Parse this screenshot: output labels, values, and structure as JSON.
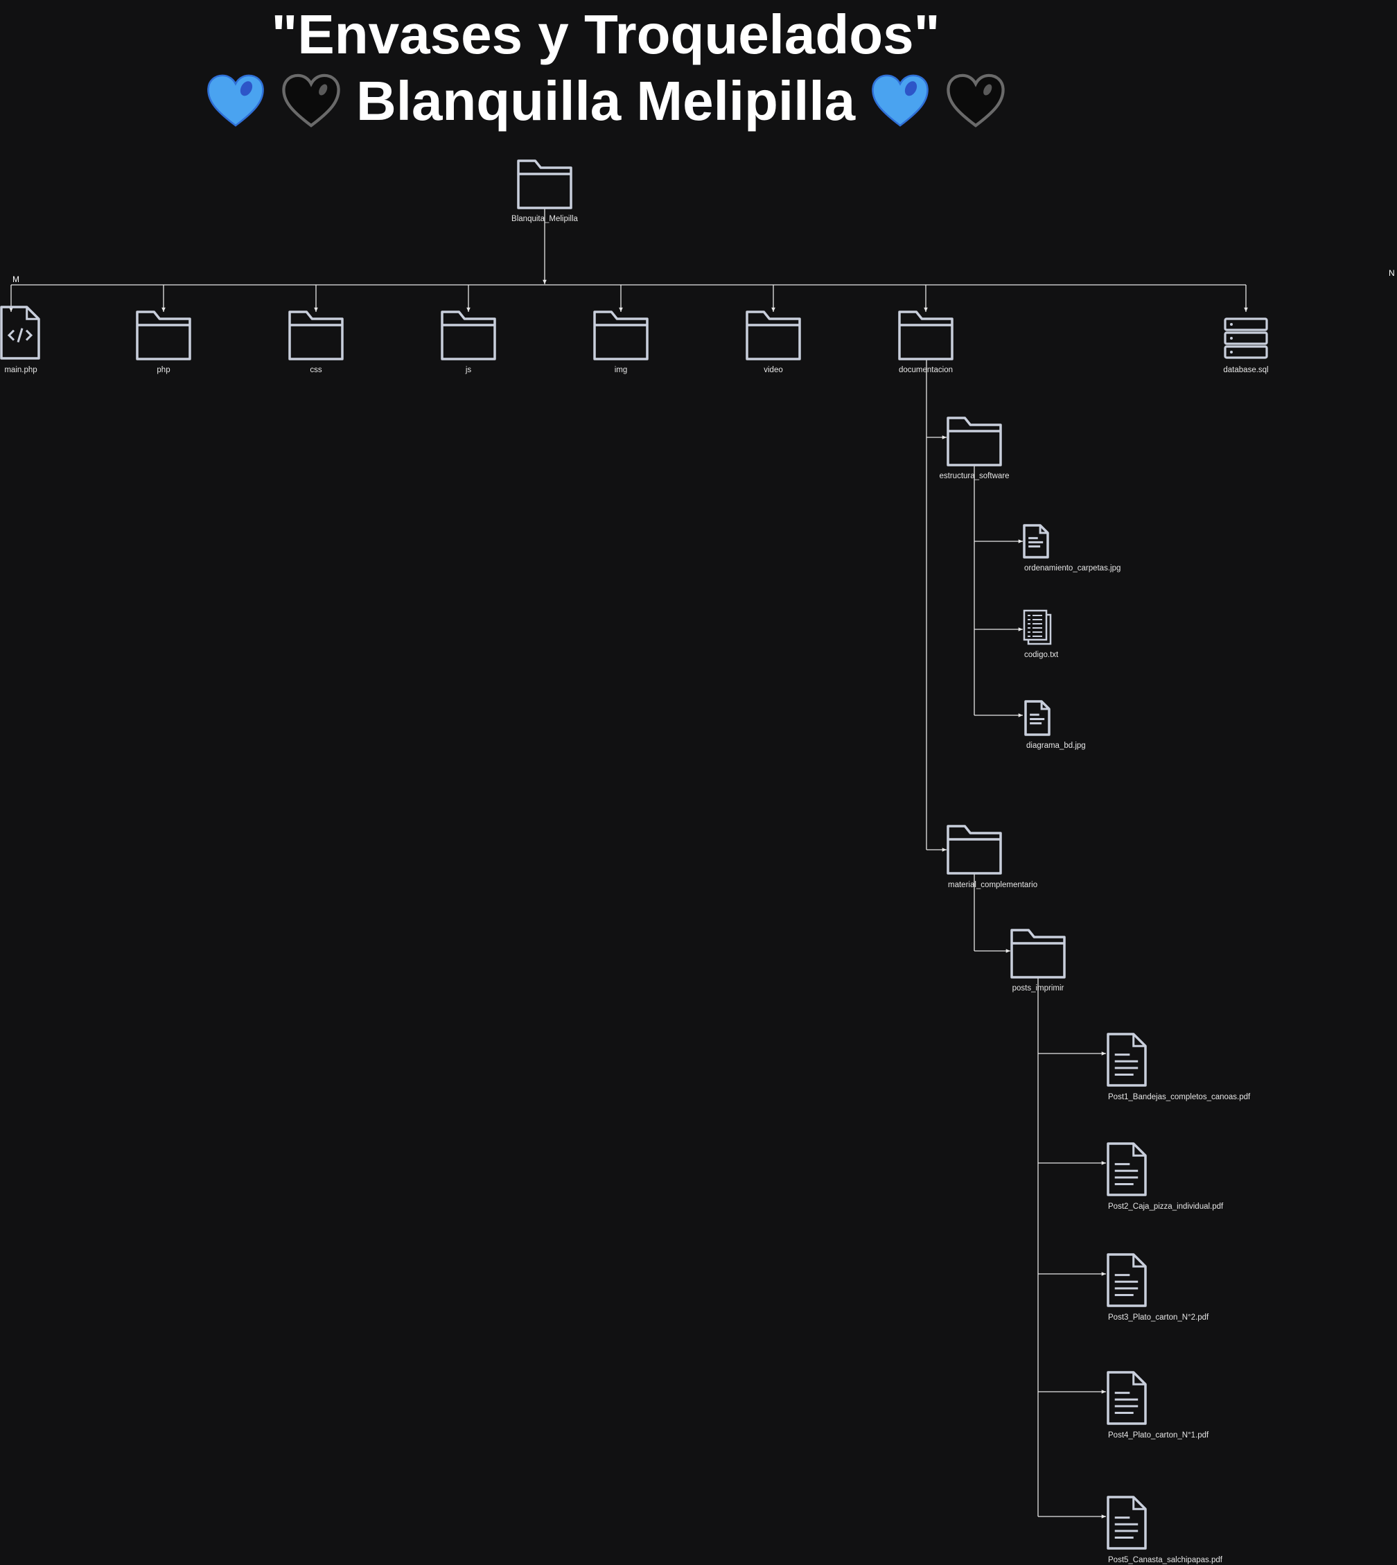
{
  "title": {
    "line1": "\"Envases y Troquelados\"",
    "line2": "Blanquilla Melipilla",
    "hearts": {
      "blue": "#4aa3f0",
      "black": "#0b0b0b"
    }
  },
  "colors": {
    "background": "#111112",
    "icon_stroke": "#c9cfdc",
    "edge": "#e8e8e8",
    "text": "#e6e6e6"
  },
  "tree": {
    "root": {
      "label": "Blanquita_Melipilla",
      "icon": "folder-icon"
    },
    "bus_labels": {
      "left": "M",
      "right": "N"
    },
    "top_level": [
      {
        "label": "main.php",
        "icon": "code-file-icon"
      },
      {
        "label": "php",
        "icon": "folder-icon"
      },
      {
        "label": "css",
        "icon": "folder-icon"
      },
      {
        "label": "js",
        "icon": "folder-icon"
      },
      {
        "label": "img",
        "icon": "folder-icon"
      },
      {
        "label": "video",
        "icon": "folder-icon"
      },
      {
        "label": "documentacion",
        "icon": "folder-icon"
      },
      {
        "label": "database.sql",
        "icon": "database-icon"
      }
    ],
    "documentacion": {
      "estructura_software": {
        "label": "estructura_software",
        "icon": "folder-icon",
        "files": [
          {
            "label": "ordenamiento_carpetas.jpg",
            "icon": "file-icon"
          },
          {
            "label": "codigo.txt",
            "icon": "text-document-icon"
          },
          {
            "label": "diagrama_bd.jpg",
            "icon": "file-icon"
          }
        ]
      },
      "material_complementario": {
        "label": "material_complementario",
        "icon": "folder-icon",
        "posts_imprimir": {
          "label": "posts_imprimir",
          "icon": "folder-icon",
          "files": [
            {
              "label": "Post1_Bandejas_completos_canoas.pdf",
              "icon": "file-icon"
            },
            {
              "label": "Post2_Caja_pizza_individual.pdf",
              "icon": "file-icon"
            },
            {
              "label": "Post3_Plato_carton_N°2.pdf",
              "icon": "file-icon"
            },
            {
              "label": "Post4_Plato_carton_N°1.pdf",
              "icon": "file-icon"
            },
            {
              "label": "Post5_Canasta_salchipapas.pdf",
              "icon": "file-icon"
            }
          ]
        }
      }
    }
  }
}
